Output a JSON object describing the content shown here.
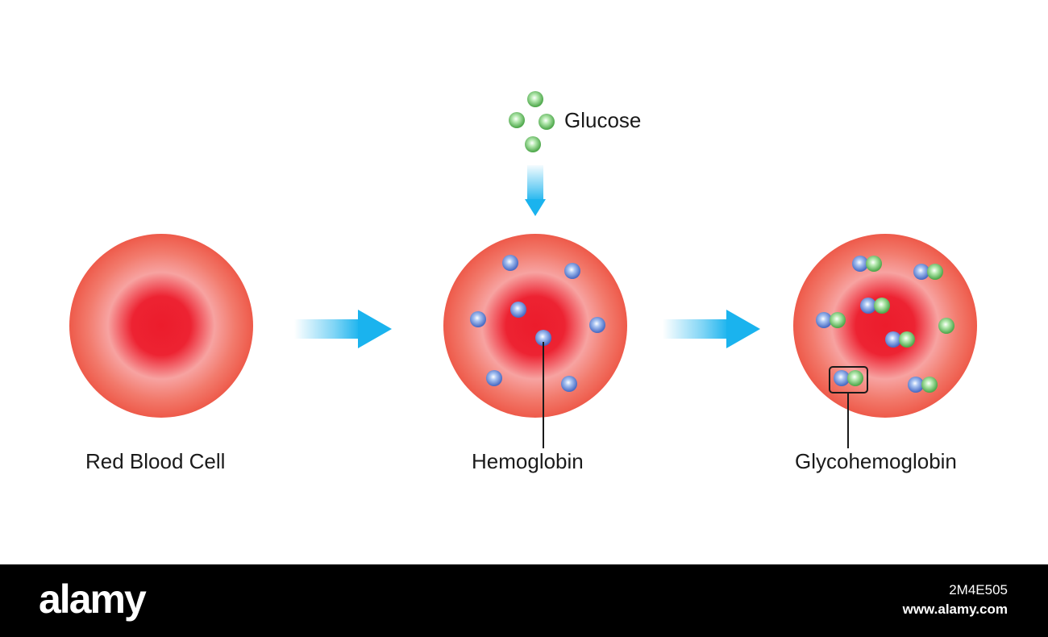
{
  "labels": {
    "glucose": "Glucose",
    "red_blood_cell": "Red Blood Cell",
    "hemoglobin": "Hemoglobin",
    "glycohemoglobin": "Glycohemoglobin"
  },
  "watermark": {
    "logo_text": "alamy",
    "image_id": "2M4E505",
    "site": "www.alamy.com"
  },
  "colors": {
    "cell_center": "#ec1c2c",
    "cell_ring": "#f7a3a1",
    "cell_edge": "#ee5a4a",
    "arrow": "#1ab3ee",
    "hemoglobin_molecule": "#5b7fd0",
    "glucose_molecule": "#6cc46a",
    "footer_bg": "#000000"
  }
}
